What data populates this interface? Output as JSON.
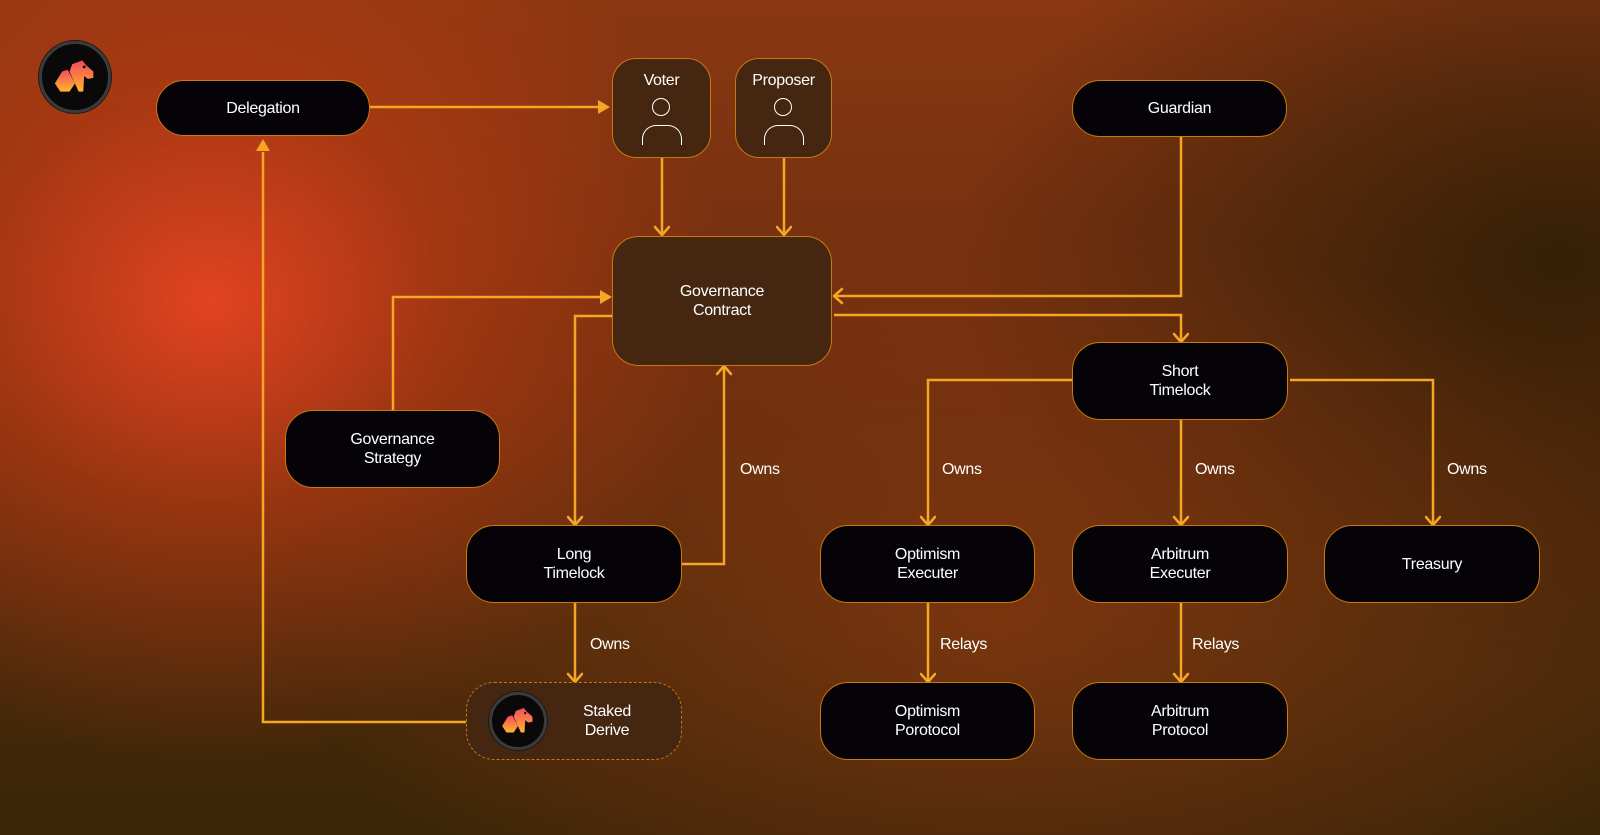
{
  "diagram": {
    "brand_logo": "derive-logo",
    "nodes": {
      "delegation": "Delegation",
      "voter": "Voter",
      "proposer": "Proposer",
      "guardian": "Guardian",
      "governance_contract": "Governance\nContract",
      "governance_strategy": "Governance\nStrategy",
      "short_timelock": "Short\nTimelock",
      "long_timelock": "Long\nTimelock",
      "optimism_executer": "Optimism\nExecuter",
      "arbitrum_executer": "Arbitrum\nExecuter",
      "treasury": "Treasury",
      "optimism_protocol": "Optimism\nPorotocol",
      "arbitrum_protocol": "Arbitrum\nProtocol",
      "staked_derive": "Staked\nDerive"
    },
    "edges": [
      {
        "from": "Delegation",
        "to": "Voter",
        "label": ""
      },
      {
        "from": "Voter",
        "to": "Governance Contract",
        "label": ""
      },
      {
        "from": "Proposer",
        "to": "Governance Contract",
        "label": ""
      },
      {
        "from": "Guardian",
        "to": "Governance Contract",
        "label": ""
      },
      {
        "from": "Governance Strategy",
        "to": "Governance Contract",
        "label": ""
      },
      {
        "from": "Governance Contract",
        "to": "Long Timelock",
        "label": ""
      },
      {
        "from": "Long Timelock",
        "to": "Governance Contract",
        "label": "Owns"
      },
      {
        "from": "Governance Contract",
        "to": "Short Timelock",
        "label": ""
      },
      {
        "from": "Short Timelock",
        "to": "Optimism Executer",
        "label": "Owns"
      },
      {
        "from": "Short Timelock",
        "to": "Arbitrum Executer",
        "label": "Owns"
      },
      {
        "from": "Short Timelock",
        "to": "Treasury",
        "label": "Owns"
      },
      {
        "from": "Long Timelock",
        "to": "Staked Derive",
        "label": "Owns"
      },
      {
        "from": "Optimism Executer",
        "to": "Optimism Porotocol",
        "label": "Relays"
      },
      {
        "from": "Arbitrum Executer",
        "to": "Arbitrum Protocol",
        "label": "Relays"
      },
      {
        "from": "Staked Derive",
        "to": "Delegation",
        "label": ""
      }
    ],
    "edge_labels": {
      "long_owns_gov": "Owns",
      "short_owns_optimism": "Owns",
      "short_owns_arbitrum": "Owns",
      "short_owns_treasury": "Owns",
      "long_owns_staked": "Owns",
      "optimism_relays": "Relays",
      "arbitrum_relays": "Relays"
    },
    "colors": {
      "accent": "#f5a623",
      "node_border": "#c9780f",
      "node_fill_dark": "#050307",
      "node_fill_brown": "#452711",
      "text": "#ffffff"
    }
  }
}
